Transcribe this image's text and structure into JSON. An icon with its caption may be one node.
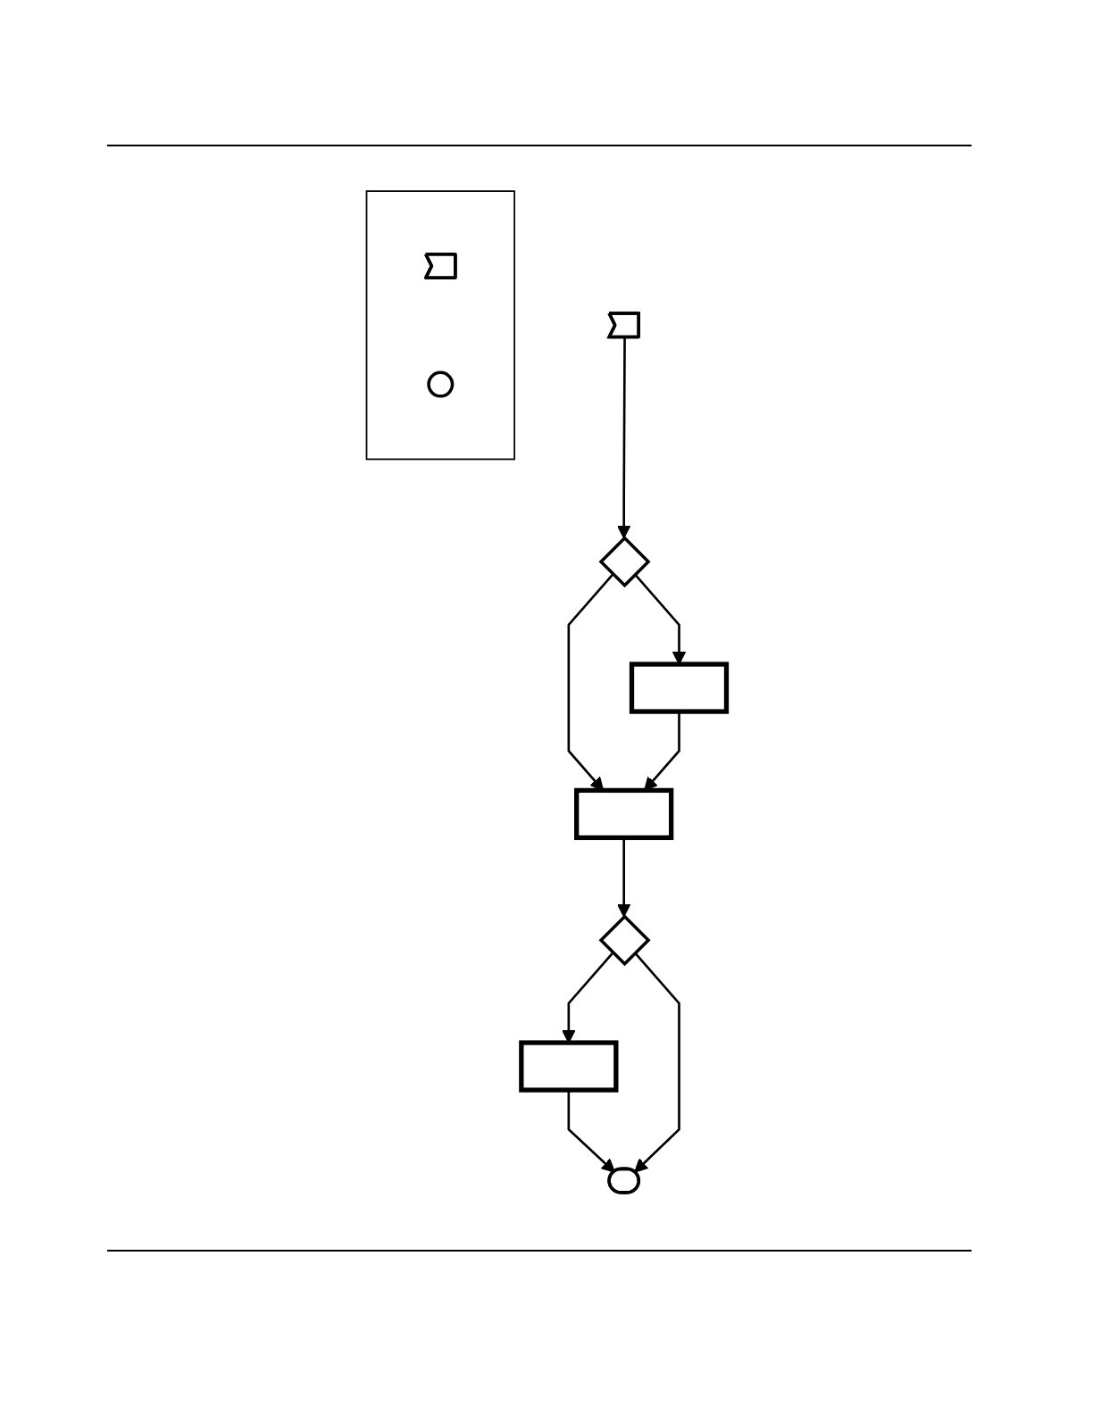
{
  "diagram": {
    "nodes": [
      {
        "text": [],
        "shape": "pentagon"
      },
      {
        "text": [],
        "shape": "diamond"
      },
      {
        "text": [],
        "shape": "box"
      },
      {
        "text": [],
        "shape": "box"
      },
      {
        "text": [],
        "shape": "diamond"
      },
      {
        "text": [],
        "shape": "box"
      },
      {
        "text": [],
        "shape": "stadium"
      },
      {
        "text": [],
        "shape": "box"
      },
      {
        "text": [],
        "shape": "pentagon",
        "in": 7
      },
      {
        "text": [],
        "shape": "circle",
        "in": 7
      }
    ],
    "edges": [
      {
        "from": 0,
        "to": 1,
        "arrow": "to"
      },
      {
        "from": 1,
        "to": 2,
        "arrow": "to"
      },
      {
        "from": 1,
        "to": 3,
        "arrow": "to"
      },
      {
        "from": 2,
        "to": 3,
        "arrow": "to"
      },
      {
        "from": 3,
        "to": 4,
        "arrow": "to"
      },
      {
        "from": 4,
        "to": 5,
        "arrow": "to"
      },
      {
        "from": 5,
        "to": 6,
        "arrow": "to"
      },
      {
        "from": 4,
        "to": 6,
        "arrow": "to"
      }
    ]
  }
}
